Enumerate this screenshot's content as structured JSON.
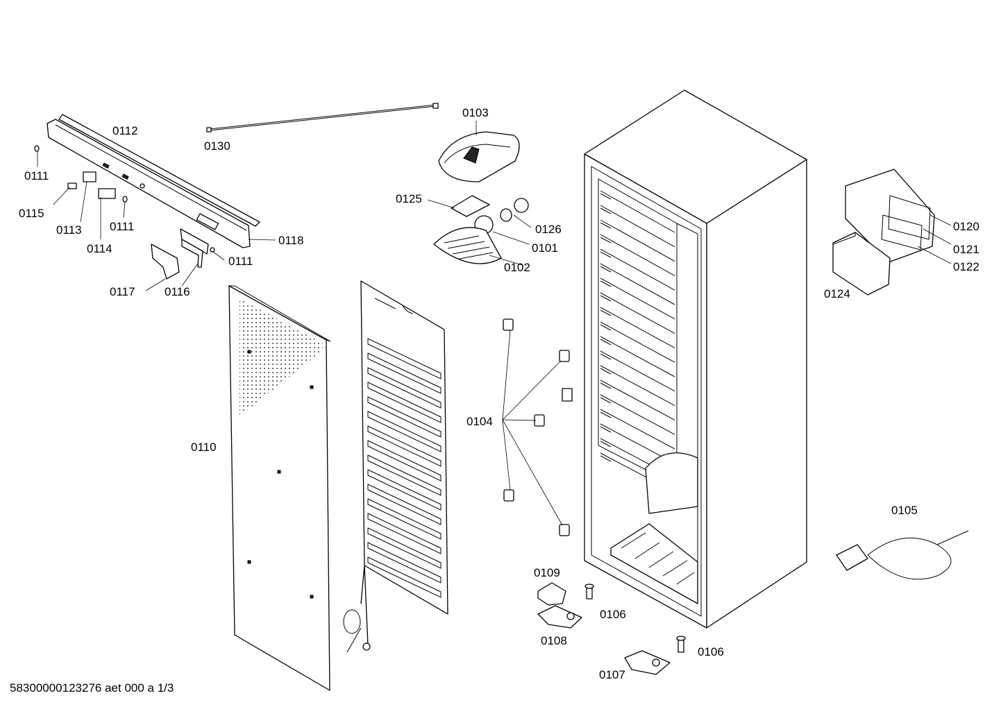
{
  "labels": {
    "p0101": "0101",
    "p0102": "0102",
    "p0103": "0103",
    "p0104": "0104",
    "p0105": "0105",
    "p0106a": "0106",
    "p0106b": "0106",
    "p0107": "0107",
    "p0108": "0108",
    "p0109": "0109",
    "p0110": "0110",
    "p0111a": "0111",
    "p0111b": "0111",
    "p0111c": "0111",
    "p0112": "0112",
    "p0113": "0113",
    "p0114": "0114",
    "p0115": "0115",
    "p0116": "0116",
    "p0117": "0117",
    "p0118": "0118",
    "p0120": "0120",
    "p0121": "0121",
    "p0122": "0122",
    "p0124": "0124",
    "p0125": "0125",
    "p0126": "0126",
    "p0130": "0130"
  },
  "footer": {
    "drawing_id": "58300000123276 aet 000 a 1/3"
  }
}
